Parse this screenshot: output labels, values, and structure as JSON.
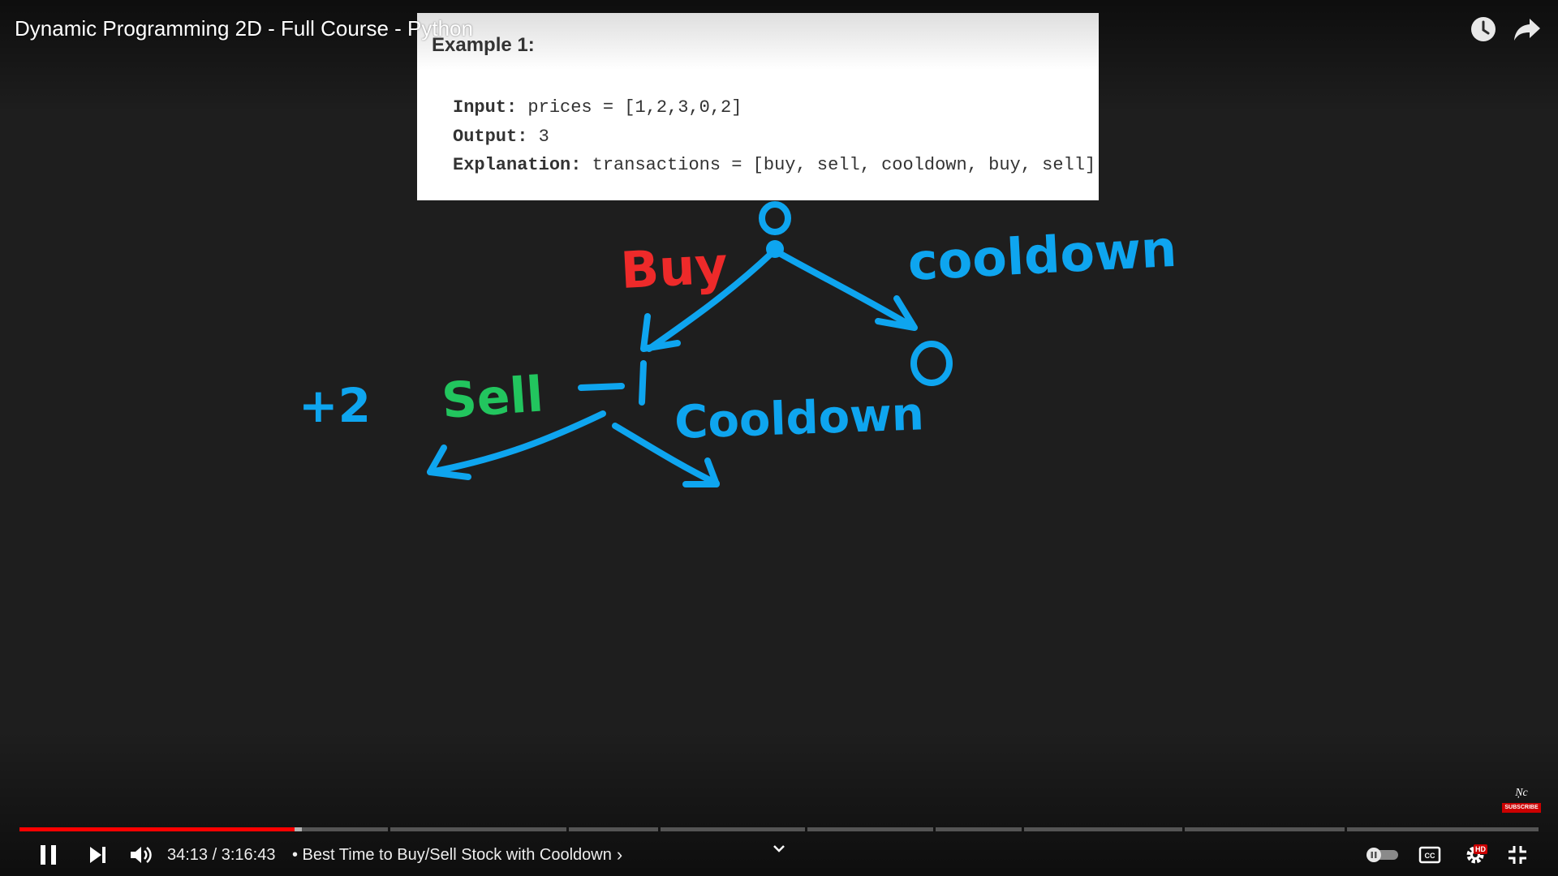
{
  "video": {
    "title": "Dynamic Programming 2D - Full Course - Python"
  },
  "top_icons": [
    "clock-icon",
    "share-icon"
  ],
  "example_card": {
    "heading": "Example 1:",
    "lines": [
      {
        "label": "Input:",
        "text": " prices = [1,2,3,0,2]"
      },
      {
        "label": "Output:",
        "text": " 3"
      },
      {
        "label": "Explanation:",
        "text": " transactions = [buy, sell, cooldown, buy, sell]"
      }
    ]
  },
  "drawing": {
    "top_node": "0",
    "buy_label": "Buy",
    "cooldown_label_top": "cooldown",
    "right_node": "0",
    "left_node": "-1",
    "sell_label": "Sell",
    "sell_value": "+2",
    "cooldown_label_bottom": "Cooldown",
    "colors": {
      "blue": "#0ea5ef",
      "red": "#ee2a2a",
      "green": "#22c55e"
    }
  },
  "progress": {
    "played_fraction": 0.181,
    "buffered_fraction": 0.186,
    "played_color": "#ff0000"
  },
  "controls": {
    "time_current": "34:13",
    "time_total": "3:16:43",
    "time_display": "34:13 / 3:16:43",
    "chapter_title": "• Best Time to Buy/Sell Stock with Cooldown",
    "chapter_chevron": "›",
    "icons": [
      "pause-icon",
      "next-icon",
      "volume-icon",
      "chevron-down-icon",
      "autoplay-toggle-icon",
      "captions-icon",
      "settings-icon",
      "exit-fullscreen-icon"
    ],
    "hd_badge": "HD"
  },
  "subscribe": {
    "logo": "Ņc",
    "button": "SUBSCRIBE"
  }
}
